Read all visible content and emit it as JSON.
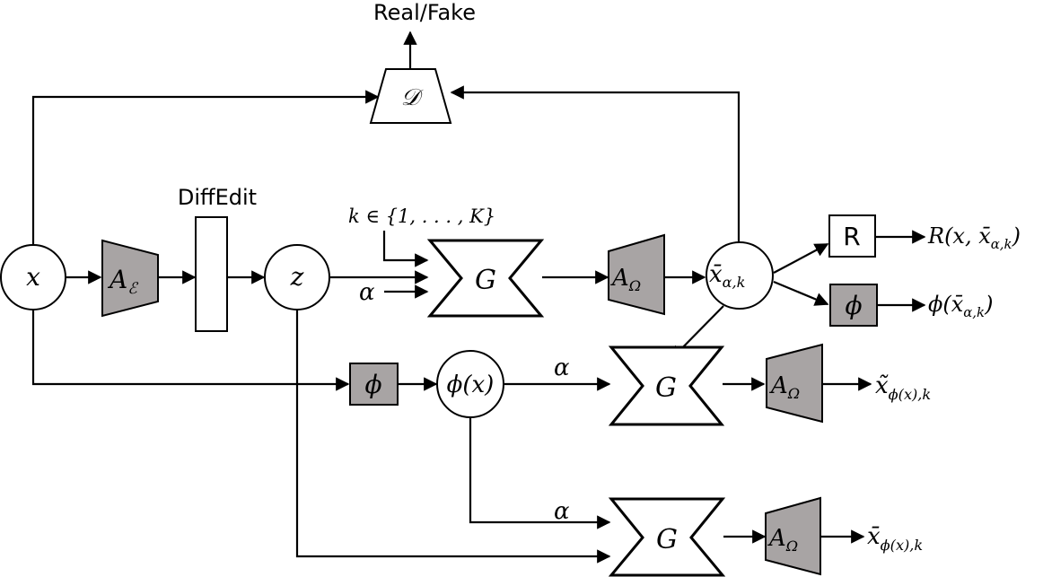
{
  "labels": {
    "real_fake": "Real/Fake",
    "diffedit": "DiffEdit",
    "discriminator": "𝒟",
    "x": "x",
    "z": "z",
    "phi_x": "ϕ(x)",
    "k_set": "k ∈ {1, . . . , K}",
    "alpha_top": "α",
    "alpha_mid": "α",
    "alpha_bottom": "α",
    "x_bar": "x̄",
    "x_bar_sub": "α,k",
    "r_box": "R",
    "phi_box_right": "ϕ",
    "phi_box_mid": "ϕ",
    "r_output": "R(x, x̄",
    "r_output_sub": "α,k",
    "r_output_close": ")",
    "phi_output": "ϕ(x̄",
    "phi_output_sub": "α,k",
    "phi_output_close": ")",
    "tilde_output": "x̃",
    "tilde_output_sub": "ϕ(x),k",
    "bar_output": "x̄",
    "bar_output_sub": "ϕ(x),k"
  },
  "blocks": {
    "encoder": {
      "main": "A",
      "sub": "ℰ"
    },
    "decoder_top": {
      "main": "A",
      "sub": "Ω"
    },
    "decoder_mid": {
      "main": "A",
      "sub": "Ω"
    },
    "decoder_bottom": {
      "main": "A",
      "sub": "Ω"
    },
    "generator_top": "G",
    "generator_mid": "G",
    "generator_bottom": "G"
  },
  "colors": {
    "gray_fill": "#a8a4a4",
    "line": "#000000"
  }
}
